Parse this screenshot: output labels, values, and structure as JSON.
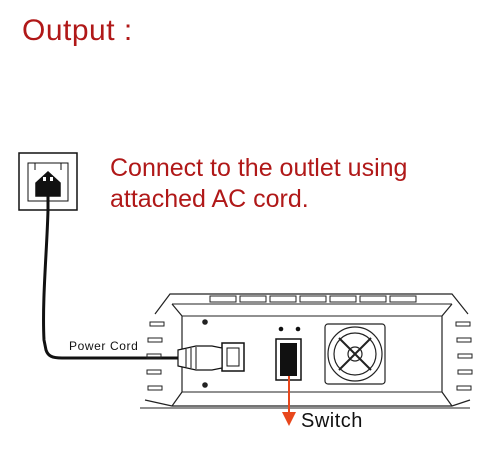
{
  "header": {
    "title": "Output :"
  },
  "instruction": {
    "line1": "Connect to the outlet using",
    "line2": "attached AC cord."
  },
  "labels": {
    "power_cord": "Power Cord",
    "switch": "Switch"
  },
  "colors": {
    "text_accent": "#b01818",
    "arrow": "#e8471c",
    "line": "#111111"
  }
}
